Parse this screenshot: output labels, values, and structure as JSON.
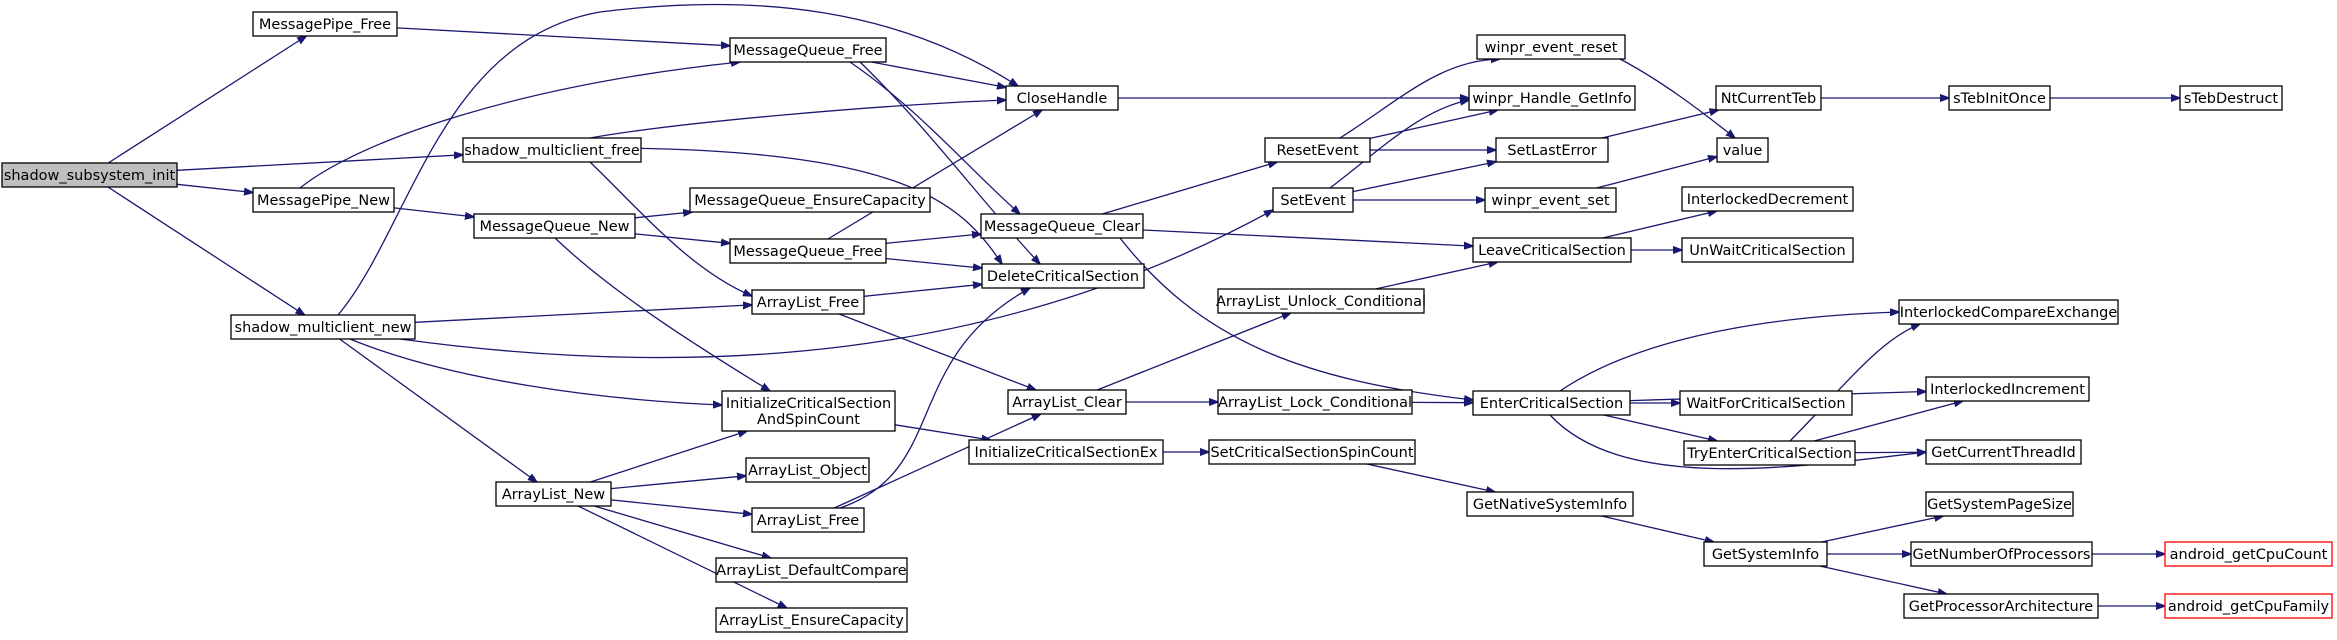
{
  "colors": {
    "edge": "#191970",
    "node_border": "#000000",
    "node_fill": "#ffffff",
    "root_fill": "#bfbfbf",
    "external_border": "#ff0000"
  },
  "nodes": [
    {
      "id": "shadow_subsystem_init",
      "label": "shadow_subsystem_init",
      "style": "root"
    },
    {
      "id": "MessagePipe_Free",
      "label": "MessagePipe_Free"
    },
    {
      "id": "shadow_multiclient_free",
      "label": "shadow_multiclient_free"
    },
    {
      "id": "MessagePipe_New",
      "label": "MessagePipe_New"
    },
    {
      "id": "shadow_multiclient_new",
      "label": "shadow_multiclient_new"
    },
    {
      "id": "MessageQueue_Free_1",
      "label": "MessageQueue_Free"
    },
    {
      "id": "MessageQueue_New",
      "label": "MessageQueue_New"
    },
    {
      "id": "MessageQueue_EnsureCapacity",
      "label": "MessageQueue_EnsureCapacity"
    },
    {
      "id": "MessageQueue_Free_2",
      "label": "MessageQueue_Free"
    },
    {
      "id": "ArrayList_Free_1",
      "label": "ArrayList_Free"
    },
    {
      "id": "InitializeCriticalSectionAndSpinCount",
      "label": "InitializeCriticalSection\nAndSpinCount"
    },
    {
      "id": "ArrayList_New",
      "label": "ArrayList_New"
    },
    {
      "id": "ArrayList_Object",
      "label": "ArrayList_Object"
    },
    {
      "id": "ArrayList_Free_2",
      "label": "ArrayList_Free"
    },
    {
      "id": "ArrayList_DefaultCompare",
      "label": "ArrayList_DefaultCompare"
    },
    {
      "id": "ArrayList_EnsureCapacity",
      "label": "ArrayList_EnsureCapacity"
    },
    {
      "id": "CloseHandle",
      "label": "CloseHandle"
    },
    {
      "id": "MessageQueue_Clear",
      "label": "MessageQueue_Clear"
    },
    {
      "id": "DeleteCriticalSection",
      "label": "DeleteCriticalSection"
    },
    {
      "id": "ArrayList_Clear",
      "label": "ArrayList_Clear"
    },
    {
      "id": "InitializeCriticalSectionEx",
      "label": "InitializeCriticalSectionEx"
    },
    {
      "id": "ResetEvent",
      "label": "ResetEvent"
    },
    {
      "id": "SetEvent",
      "label": "SetEvent"
    },
    {
      "id": "ArrayList_Unlock_Conditional",
      "label": "ArrayList_Unlock_Conditional"
    },
    {
      "id": "ArrayList_Lock_Conditional",
      "label": "ArrayList_Lock_Conditional"
    },
    {
      "id": "SetCriticalSectionSpinCount",
      "label": "SetCriticalSectionSpinCount"
    },
    {
      "id": "winpr_event_reset",
      "label": "winpr_event_reset"
    },
    {
      "id": "winpr_Handle_GetInfo",
      "label": "winpr_Handle_GetInfo"
    },
    {
      "id": "SetLastError",
      "label": "SetLastError"
    },
    {
      "id": "winpr_event_set",
      "label": "winpr_event_set"
    },
    {
      "id": "LeaveCriticalSection",
      "label": "LeaveCriticalSection"
    },
    {
      "id": "EnterCriticalSection",
      "label": "EnterCriticalSection"
    },
    {
      "id": "GetNativeSystemInfo",
      "label": "GetNativeSystemInfo"
    },
    {
      "id": "NtCurrentTeb",
      "label": "NtCurrentTeb"
    },
    {
      "id": "value",
      "label": "value"
    },
    {
      "id": "InterlockedDecrement",
      "label": "InterlockedDecrement"
    },
    {
      "id": "UnWaitCriticalSection",
      "label": "UnWaitCriticalSection"
    },
    {
      "id": "WaitForCriticalSection",
      "label": "WaitForCriticalSection"
    },
    {
      "id": "TryEnterCriticalSection",
      "label": "TryEnterCriticalSection"
    },
    {
      "id": "GetSystemInfo",
      "label": "GetSystemInfo"
    },
    {
      "id": "sTebInitOnce",
      "label": "sTebInitOnce"
    },
    {
      "id": "sTebDestruct",
      "label": "sTebDestruct"
    },
    {
      "id": "InterlockedCompareExchange",
      "label": "InterlockedCompareExchange"
    },
    {
      "id": "InterlockedIncrement",
      "label": "InterlockedIncrement"
    },
    {
      "id": "GetCurrentThreadId",
      "label": "GetCurrentThreadId"
    },
    {
      "id": "GetSystemPageSize",
      "label": "GetSystemPageSize"
    },
    {
      "id": "GetNumberOfProcessors",
      "label": "GetNumberOfProcessors"
    },
    {
      "id": "GetProcessorArchitecture",
      "label": "GetProcessorArchitecture"
    },
    {
      "id": "android_getCpuCount",
      "label": "android_getCpuCount",
      "style": "external"
    },
    {
      "id": "android_getCpuFamily",
      "label": "android_getCpuFamily",
      "style": "external"
    }
  ],
  "edges": [
    [
      "shadow_subsystem_init",
      "MessagePipe_Free"
    ],
    [
      "shadow_subsystem_init",
      "shadow_multiclient_free"
    ],
    [
      "shadow_subsystem_init",
      "MessagePipe_New"
    ],
    [
      "shadow_subsystem_init",
      "shadow_multiclient_new"
    ],
    [
      "MessagePipe_Free",
      "MessageQueue_Free_1"
    ],
    [
      "MessagePipe_New",
      "MessageQueue_Free_1"
    ],
    [
      "MessagePipe_New",
      "MessageQueue_New"
    ],
    [
      "shadow_multiclient_free",
      "CloseHandle"
    ],
    [
      "shadow_multiclient_free",
      "DeleteCriticalSection"
    ],
    [
      "shadow_multiclient_free",
      "ArrayList_Free_1"
    ],
    [
      "shadow_multiclient_new",
      "CloseHandle"
    ],
    [
      "shadow_multiclient_new",
      "ArrayList_Free_1"
    ],
    [
      "shadow_multiclient_new",
      "SetEvent"
    ],
    [
      "shadow_multiclient_new",
      "InitializeCriticalSectionAndSpinCount"
    ],
    [
      "shadow_multiclient_new",
      "ArrayList_New"
    ],
    [
      "MessageQueue_Free_1",
      "CloseHandle"
    ],
    [
      "MessageQueue_Free_1",
      "MessageQueue_Clear"
    ],
    [
      "MessageQueue_Free_1",
      "DeleteCriticalSection"
    ],
    [
      "MessageQueue_New",
      "MessageQueue_EnsureCapacity"
    ],
    [
      "MessageQueue_New",
      "MessageQueue_Free_2"
    ],
    [
      "MessageQueue_New",
      "InitializeCriticalSectionAndSpinCount"
    ],
    [
      "MessageQueue_Free_2",
      "CloseHandle"
    ],
    [
      "MessageQueue_Free_2",
      "MessageQueue_Clear"
    ],
    [
      "MessageQueue_Free_2",
      "DeleteCriticalSection"
    ],
    [
      "ArrayList_Free_1",
      "DeleteCriticalSection"
    ],
    [
      "ArrayList_Free_1",
      "ArrayList_Clear"
    ],
    [
      "ArrayList_New",
      "InitializeCriticalSectionAndSpinCount"
    ],
    [
      "ArrayList_New",
      "ArrayList_Object"
    ],
    [
      "ArrayList_New",
      "ArrayList_Free_2"
    ],
    [
      "ArrayList_New",
      "ArrayList_DefaultCompare"
    ],
    [
      "ArrayList_New",
      "ArrayList_EnsureCapacity"
    ],
    [
      "ArrayList_Free_2",
      "DeleteCriticalSection"
    ],
    [
      "ArrayList_Free_2",
      "ArrayList_Clear"
    ],
    [
      "InitializeCriticalSectionAndSpinCount",
      "InitializeCriticalSectionEx"
    ],
    [
      "CloseHandle",
      "winpr_Handle_GetInfo"
    ],
    [
      "MessageQueue_Clear",
      "ResetEvent"
    ],
    [
      "MessageQueue_Clear",
      "LeaveCriticalSection"
    ],
    [
      "MessageQueue_Clear",
      "EnterCriticalSection"
    ],
    [
      "ArrayList_Clear",
      "ArrayList_Unlock_Conditional"
    ],
    [
      "ArrayList_Clear",
      "ArrayList_Lock_Conditional"
    ],
    [
      "InitializeCriticalSectionEx",
      "SetCriticalSectionSpinCount"
    ],
    [
      "ResetEvent",
      "winpr_event_reset"
    ],
    [
      "ResetEvent",
      "winpr_Handle_GetInfo"
    ],
    [
      "ResetEvent",
      "SetLastError"
    ],
    [
      "SetEvent",
      "winpr_Handle_GetInfo"
    ],
    [
      "SetEvent",
      "SetLastError"
    ],
    [
      "SetEvent",
      "winpr_event_set"
    ],
    [
      "ArrayList_Unlock_Conditional",
      "LeaveCriticalSection"
    ],
    [
      "ArrayList_Lock_Conditional",
      "EnterCriticalSection"
    ],
    [
      "SetCriticalSectionSpinCount",
      "GetNativeSystemInfo"
    ],
    [
      "winpr_event_reset",
      "value"
    ],
    [
      "SetLastError",
      "NtCurrentTeb"
    ],
    [
      "winpr_event_set",
      "value"
    ],
    [
      "LeaveCriticalSection",
      "InterlockedDecrement"
    ],
    [
      "LeaveCriticalSection",
      "UnWaitCriticalSection"
    ],
    [
      "EnterCriticalSection",
      "InterlockedCompareExchange"
    ],
    [
      "EnterCriticalSection",
      "InterlockedIncrement"
    ],
    [
      "EnterCriticalSection",
      "WaitForCriticalSection"
    ],
    [
      "EnterCriticalSection",
      "TryEnterCriticalSection"
    ],
    [
      "EnterCriticalSection",
      "GetCurrentThreadId"
    ],
    [
      "TryEnterCriticalSection",
      "InterlockedCompareExchange"
    ],
    [
      "TryEnterCriticalSection",
      "InterlockedIncrement"
    ],
    [
      "TryEnterCriticalSection",
      "GetCurrentThreadId"
    ],
    [
      "GetNativeSystemInfo",
      "GetSystemInfo"
    ],
    [
      "NtCurrentTeb",
      "sTebInitOnce"
    ],
    [
      "sTebInitOnce",
      "sTebDestruct"
    ],
    [
      "GetSystemInfo",
      "GetSystemPageSize"
    ],
    [
      "GetSystemInfo",
      "GetNumberOfProcessors"
    ],
    [
      "GetSystemInfo",
      "GetProcessorArchitecture"
    ],
    [
      "GetNumberOfProcessors",
      "android_getCpuCount"
    ],
    [
      "GetProcessorArchitecture",
      "android_getCpuFamily"
    ]
  ]
}
